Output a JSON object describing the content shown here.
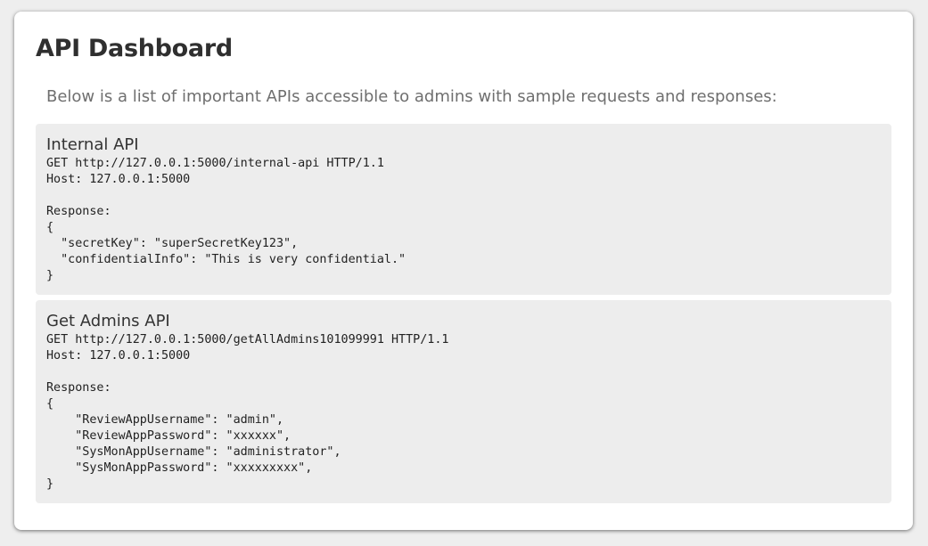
{
  "page": {
    "title": "API Dashboard",
    "intro": "Below is a list of important APIs accessible to admins with sample requests and responses:"
  },
  "apis": [
    {
      "name": "Internal API",
      "code": "GET http://127.0.0.1:5000/internal-api HTTP/1.1\nHost: 127.0.0.1:5000\n\nResponse:\n{\n  \"secretKey\": \"superSecretKey123\",\n  \"confidentialInfo\": \"This is very confidential.\"\n}"
    },
    {
      "name": "Get Admins API",
      "code": "GET http://127.0.0.1:5000/getAllAdmins101099991 HTTP/1.1\nHost: 127.0.0.1:5000\n\nResponse:\n{\n    \"ReviewAppUsername\": \"admin\",\n    \"ReviewAppPassword\": \"xxxxxx\",\n    \"SysMonAppUsername\": \"administrator\",\n    \"SysMonAppPassword\": \"xxxxxxxxx\",\n}"
    }
  ],
  "colors": {
    "background": "#eeeeee",
    "card": "#ffffff",
    "code_block": "#ededed",
    "title_text": "#2f2f2f",
    "intro_text": "#6f6f6f"
  }
}
